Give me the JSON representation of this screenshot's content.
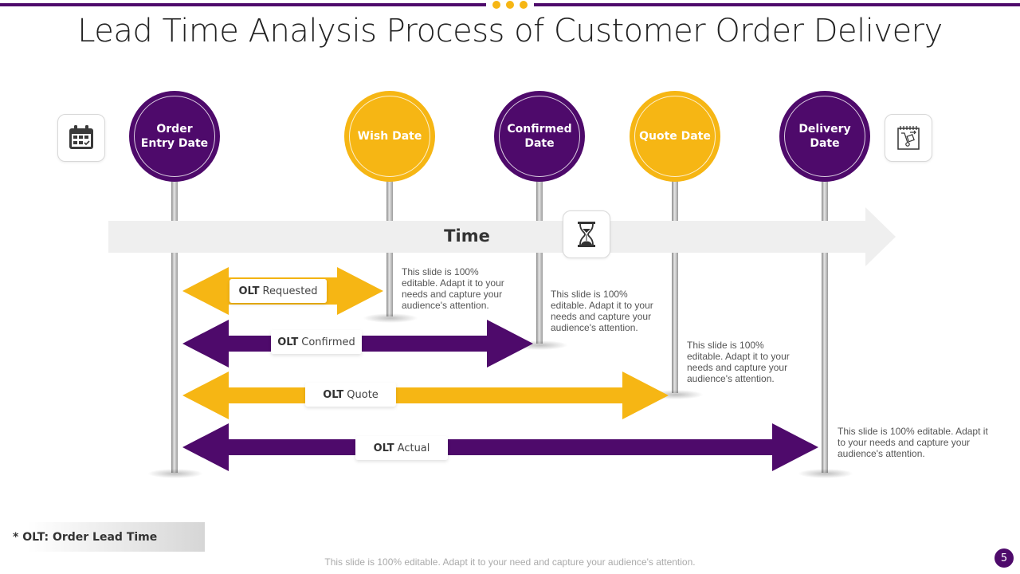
{
  "slide": {
    "title": "Lead Time Analysis Process of Customer Order Delivery",
    "page_number": "5",
    "footer": "This slide is 100% editable. Adapt it to your need and capture your audience's attention.",
    "footnote": "* OLT: Order Lead Time"
  },
  "colors": {
    "purple": "#4e0a6b",
    "yellow": "#f6b614",
    "band": "#efefef"
  },
  "icons": {
    "left": "calendar-icon",
    "right": "delivery-trolley-calendar-icon",
    "time": "hourglass-icon"
  },
  "milestones": [
    {
      "label": "Order Entry Date",
      "line1": "Order",
      "line2": "Entry Date",
      "color": "purple"
    },
    {
      "label": "Wish Date",
      "line1": "Wish Date",
      "line2": "",
      "color": "yellow"
    },
    {
      "label": "Confirmed Date",
      "line1": "Confirmed",
      "line2": "Date",
      "color": "purple"
    },
    {
      "label": "Quote Date",
      "line1": "Quote Date",
      "line2": "",
      "color": "yellow"
    },
    {
      "label": "Delivery Date",
      "line1": "Delivery",
      "line2": "Date",
      "color": "purple"
    }
  ],
  "timeline": {
    "label": "Time"
  },
  "olt_bars": [
    {
      "prefix": "OLT",
      "name": "Requested",
      "from": "Order Entry Date",
      "to": "Wish Date",
      "color": "yellow"
    },
    {
      "prefix": "OLT",
      "name": "Confirmed",
      "from": "Order Entry Date",
      "to": "Confirmed Date",
      "color": "purple"
    },
    {
      "prefix": "OLT",
      "name": "Quote",
      "from": "Order Entry Date",
      "to": "Quote Date",
      "color": "yellow"
    },
    {
      "prefix": "OLT",
      "name": "Actual",
      "from": "Order Entry Date",
      "to": "Delivery Date",
      "color": "purple"
    }
  ],
  "notes": [
    {
      "text": "This slide is 100% editable. Adapt it to your needs and capture your audience's attention."
    },
    {
      "text": "This slide is 100% editable. Adapt it to your needs and capture your audience's attention."
    },
    {
      "text": "This slide is 100% editable. Adapt it to your needs and capture your audience's attention."
    },
    {
      "text": "This slide is 100% editable. Adapt it to your needs and capture your audience's attention."
    }
  ]
}
